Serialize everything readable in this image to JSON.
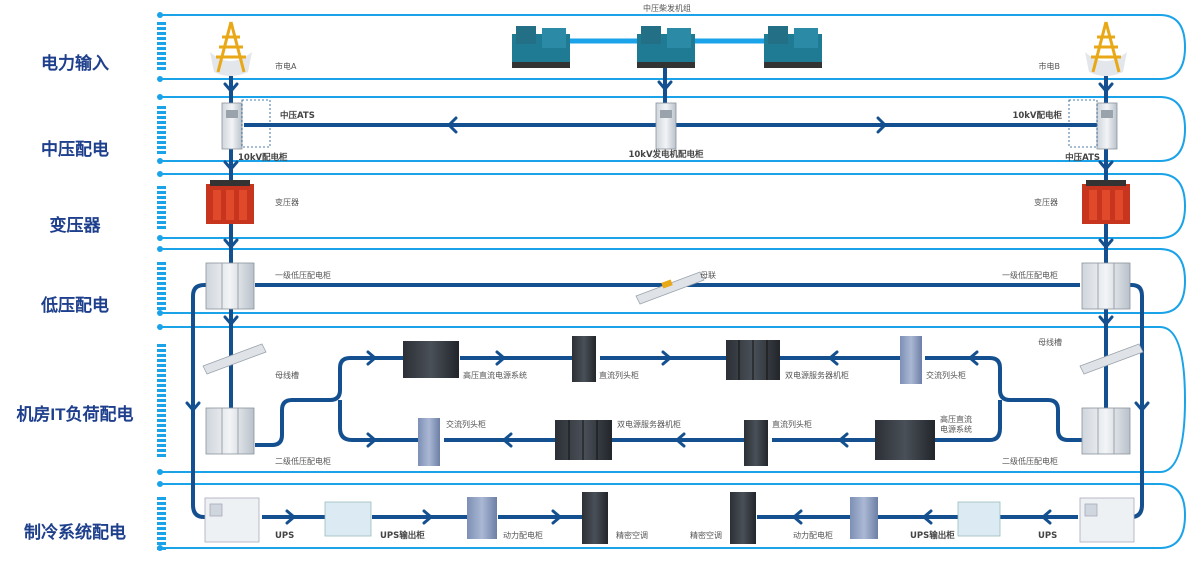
{
  "layers": [
    {
      "label": "电力输入"
    },
    {
      "label": "中压配电"
    },
    {
      "label": "变压器"
    },
    {
      "label": "低压配电"
    },
    {
      "label": "机房IT负荷配电"
    },
    {
      "label": "制冷系统配电"
    }
  ],
  "labels": {
    "generator_group": "中压柴发机组",
    "utility_a": "市电A",
    "utility_b": "市电B",
    "mv_ats_left": "中压ATS",
    "mv_ats_right": "中压ATS",
    "cab_10kv_left": "10kV配电柜",
    "cab_10kv_right": "10kV配电柜",
    "gen_cab_10kv": "10kV发电机配电柜",
    "transformer_left": "变压器",
    "transformer_right": "变压器",
    "lv_cab1_left": "一级低压配电柜",
    "lv_cab1_right": "一级低压配电柜",
    "bus_tie": "母联",
    "busway_left": "母线槽",
    "busway_right": "母线槽",
    "lv_cab2_left": "二级低压配电柜",
    "lv_cab2_right": "二级低压配电柜",
    "hvdc_top": "高压直流电源系统",
    "dc_head_top": "直流列头柜",
    "dual_server_top": "双电源服务器机柜",
    "ac_head_top": "交流列头柜",
    "ac_head_bottom": "交流列头柜",
    "dual_server_bottom": "双电源服务器机柜",
    "dc_head_bottom": "直流列头柜",
    "hvdc_bottom_1": "高压直流",
    "hvdc_bottom_2": "电源系统",
    "ups_left": "UPS",
    "ups_out_left": "UPS输出柜",
    "power_cab_left": "动力配电柜",
    "precision_ac_left": "精密空调",
    "precision_ac_right": "精密空调",
    "power_cab_right": "动力配电柜",
    "ups_out_right": "UPS输出柜",
    "ups_right": "UPS"
  },
  "colors": {
    "frame": "#1aa3e8",
    "flow": "#14508f",
    "label": "#1e3f8c"
  }
}
